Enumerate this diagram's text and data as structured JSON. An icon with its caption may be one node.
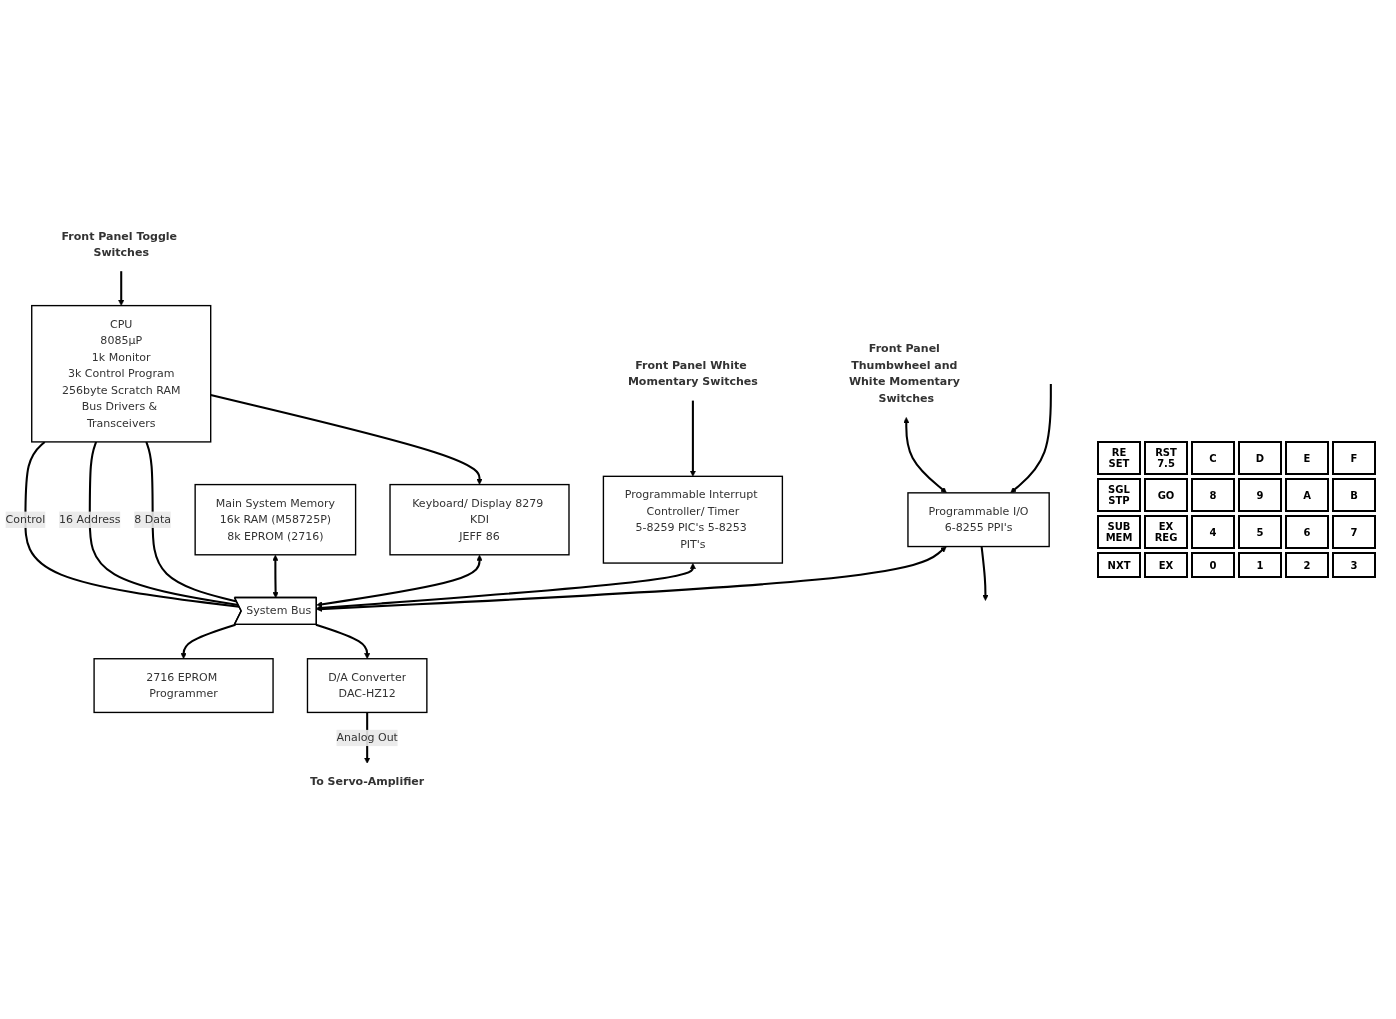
{
  "diagram": {
    "nodes": [
      {
        "text": [
          "CPU",
          "8085μP",
          "1k Monitor",
          "3k Control Program",
          "256byte Scratch RAM",
          "Bus Drivers & Transceivers"
        ]
      },
      {
        "text": [
          "Front Panel Toggle Switches"
        ]
      },
      {
        "text": [
          "Front Panel White Momentary Switches"
        ]
      },
      {
        "text": [
          "Programmable Interrupt Controller/ Timer",
          "5-8259 PIC's 5-8253 PIT's"
        ]
      },
      {
        "text": [
          "Front Panel Thumbwheel and White Momentary Switches"
        ]
      },
      {
        "text": [
          "Programmable I/O",
          "6-8255 PPI's"
        ]
      },
      {
        "text": [
          "D/A Converter",
          "DAC-HZ12"
        ]
      },
      {
        "text": [
          "To Servo-Amplifier"
        ]
      },
      {
        "text": [
          "System Bus"
        ]
      },
      {
        "text": [
          "Keyboard/ Display 8279 KDI",
          "JEFF 86"
        ]
      },
      {
        "text": [
          "Main System Memory",
          "16k RAM (M58725P)",
          "8k EPROM (2716)"
        ]
      },
      {
        "text": [
          "2716 EPROM Programmer"
        ]
      }
    ],
    "edges": [
      {
        "from": 1,
        "to": 0,
        "arrow": "to"
      },
      {
        "from": 0,
        "to": 9,
        "arrow": "to"
      },
      {
        "from": 2,
        "to": 3,
        "arrow": "to"
      },
      {
        "from": 4,
        "to": 5,
        "arrow": "both"
      },
      {
        "from": null,
        "to": 5,
        "arrow": "to"
      },
      {
        "from": 5,
        "to": null,
        "arrow": "to"
      },
      {
        "from": 0,
        "to": 8,
        "label": "8 Data",
        "arrow": "none"
      },
      {
        "from": 0,
        "to": 8,
        "label": "16 Address",
        "arrow": "none"
      },
      {
        "from": 0,
        "to": 8,
        "label": "Control",
        "arrow": "none"
      },
      {
        "from": 3,
        "to": 8,
        "arrow": "both"
      },
      {
        "from": 5,
        "to": 8,
        "arrow": "both"
      },
      {
        "from": 8,
        "to": 6,
        "arrow": "to"
      },
      {
        "from": 6,
        "to": 7,
        "label": "Analog Out",
        "arrow": "to"
      },
      {
        "from": 9,
        "to": 8,
        "arrow": "both"
      },
      {
        "from": 10,
        "to": 8,
        "arrow": "both"
      },
      {
        "from": 8,
        "to": 11,
        "arrow": "to"
      }
    ],
    "labels": [
      "RE SET",
      "RST 7.5",
      "C",
      "D",
      "E",
      "F",
      "SGL STP",
      "GO",
      "8",
      "9",
      "A",
      "B",
      "SUB MEM",
      "EX REG",
      "4",
      "5",
      "6",
      "7",
      "NXT",
      "EX",
      "0",
      "1",
      "2",
      "3"
    ]
  }
}
